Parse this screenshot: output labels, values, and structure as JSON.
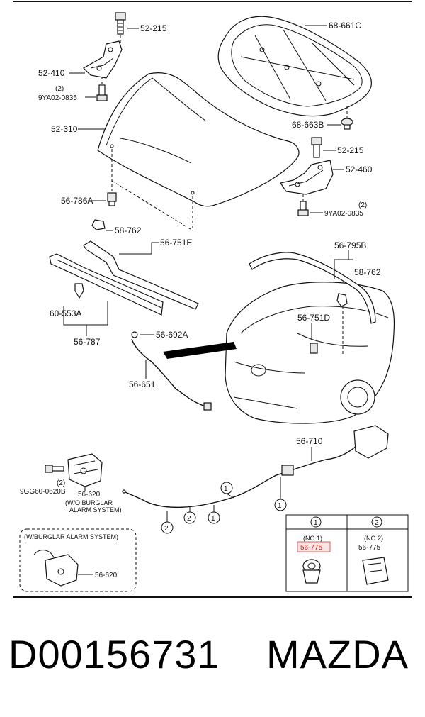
{
  "labels": {
    "l52215a": "52-215",
    "l52410": "52-410",
    "l2a": "(2)",
    "l9ya02a": "9YA02-0835",
    "l52310": "52-310",
    "l56786a": "56-786A",
    "l68661c": "68-661C",
    "l68663b": "68-663B",
    "l52215b": "52-215",
    "l52460": "52-460",
    "l2b": "(2)",
    "l9ya02b": "9YA02-0835",
    "l58762a": "58-762",
    "l56751e": "56-751E",
    "l60553a": "60-553A",
    "l56787": "56-787",
    "l56795b": "56-795B",
    "l58762b": "58-762",
    "l56751d": "56-751D",
    "l56692a": "56-692A",
    "l56651": "56-651",
    "l56710": "56-710",
    "l2c": "(2)",
    "l9gg60": "9GG60-0620B",
    "l56620a": "56-620",
    "lwoburglar1": "(W/O BURGLAR",
    "lwoburglar2": "ALARM SYSTEM)",
    "lwburglar": "(W/BURGLAR ALARM SYSTEM)",
    "l56620b": "56-620",
    "c1": "1",
    "c2": "2"
  },
  "table": {
    "col1_header": "1",
    "col2_header": "2",
    "col1_sub": "(NO.1)",
    "col1_part": "56-775",
    "col2_sub": "(NO.2)",
    "col2_part": "56-775"
  },
  "footer": {
    "part_number": "D00156731",
    "brand": "MAZDA"
  },
  "colors": {
    "highlight": "#e06060"
  }
}
